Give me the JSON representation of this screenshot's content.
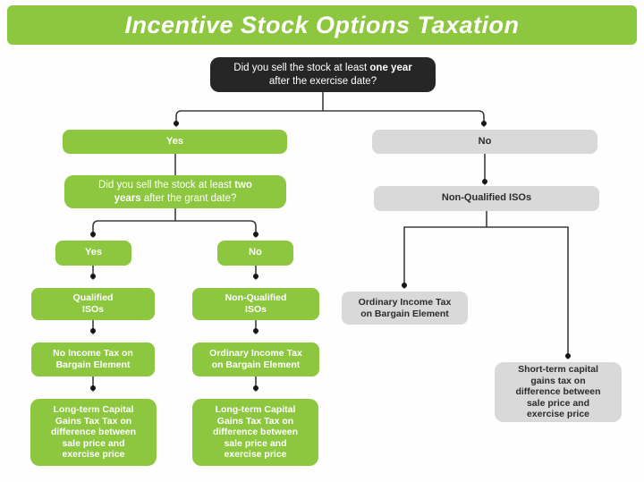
{
  "colors": {
    "green": "#8dc63f",
    "gray": "#d9d9d9",
    "dark": "#262626",
    "line": "#3d3d3d",
    "background": "#fefefe"
  },
  "header": {
    "title": "Incentive Stock Options Taxation"
  },
  "flowchart": {
    "root_question": {
      "pre": "Did you sell the stock at least ",
      "bold": "one year",
      "post": " after the exercise date?"
    },
    "level1": {
      "yes_label": "Yes",
      "no_label": "No"
    },
    "second_question": {
      "pre": "Did you sell the stock at least ",
      "bold": "two years",
      "post": " after the grant date?"
    },
    "level2": {
      "yes_label": "Yes",
      "no_label": "No"
    },
    "qualified_path": {
      "type_box": "Qualified\nISOs",
      "income_box": "No Income Tax on\nBargain Element",
      "gains_box": "Long-term Capital\nGains Tax Tax on\ndifference between\nsale price and\nexercise price"
    },
    "nonqualified_path": {
      "type_box": "Non-Qualified\nISOs",
      "income_box": "Ordinary Income Tax\non Bargain Element",
      "gains_box": "Long-term Capital\nGains Tax Tax on\ndifference between\nsale price and\nexercise price"
    },
    "no_path": {
      "type_box": "Non-Qualified ISOs",
      "income_box": "Ordinary Income Tax\non Bargain Element",
      "gains_box": "Short-term capital\ngains tax on\ndifference between\nsale price and\nexercise price"
    }
  }
}
